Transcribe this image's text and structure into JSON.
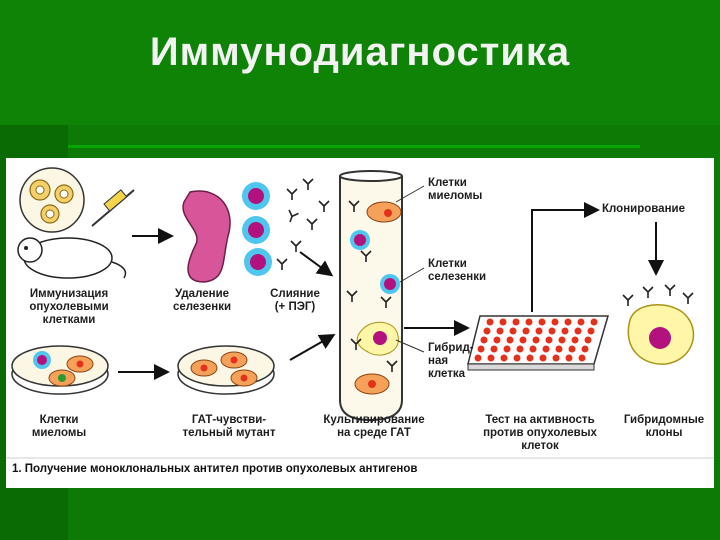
{
  "slide": {
    "title": "Иммунодиагностика"
  },
  "figure": {
    "labels": {
      "immunization": "Иммунизация\nопухолевыми\nклетками",
      "spleen_removal": "Удаление\nселезенки",
      "fusion": "Слияние\n(+ ПЭГ)",
      "myeloma_cells_tube": "Клетки\nмиеломы",
      "spleen_cells": "Клетки\nселезенки",
      "hybrid_cell": "Гибрид-\nная\nклетка",
      "cloning": "Клонирование",
      "myeloma_cells": "Клетки\nмиеломы",
      "hat_mutant": "ГАТ-чувстви-\nтельный мутант",
      "cultivation": "Культивирование\nна среде ГАТ",
      "activity_test": "Тест на активность\nпротив опухолевых\nклеток",
      "hybridoma_clones": "Гибридомные\nклоны"
    },
    "caption": "1. Получение моноклональных антител против опухолевых антигенов"
  },
  "colors": {
    "background": "#0e7a06",
    "panel": "#ffffff",
    "spleen": "#d8559a",
    "cell_nucleus": "#b3127e",
    "cell_halo": "#4fc6ee",
    "myeloma_cell": "#f6a15a",
    "red_dot": "#e2321c"
  }
}
